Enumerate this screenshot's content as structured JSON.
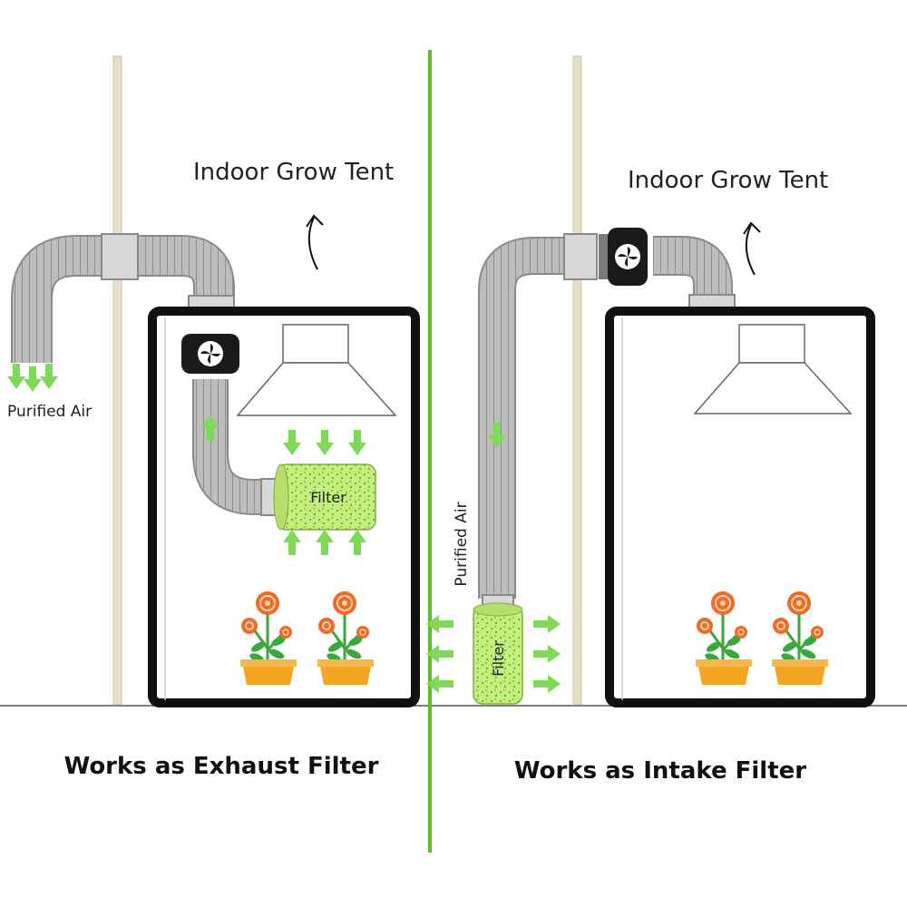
{
  "panels": {
    "exhaust": {
      "tent_label": "Indoor Grow Tent",
      "air_label": "Purified Air",
      "filter_label": "Filter",
      "caption": "Works as Exhaust Filter"
    },
    "intake": {
      "tent_label": "Indoor Grow Tent",
      "air_label": "Purified Air",
      "filter_label": "Filter",
      "caption": "Works as Intake Filter"
    }
  },
  "colors": {
    "divider": "#5cbf2a",
    "arrow": "#7ed957",
    "filter_fill": "#c6ee7e",
    "filter_dots": "#4aa52a",
    "duct": "#b9b9b9",
    "duct_dark": "#8a8a8a",
    "pole": "#e6dfc6",
    "tent": "#111111",
    "fan": "#1a1a1a",
    "flower_orange": "#f06a28",
    "pot": "#f2a623",
    "leaf": "#3aa83a"
  },
  "icons": [
    "fan-icon",
    "flower-icon",
    "airflow-arrow-icon",
    "rotation-arrow-icon"
  ]
}
